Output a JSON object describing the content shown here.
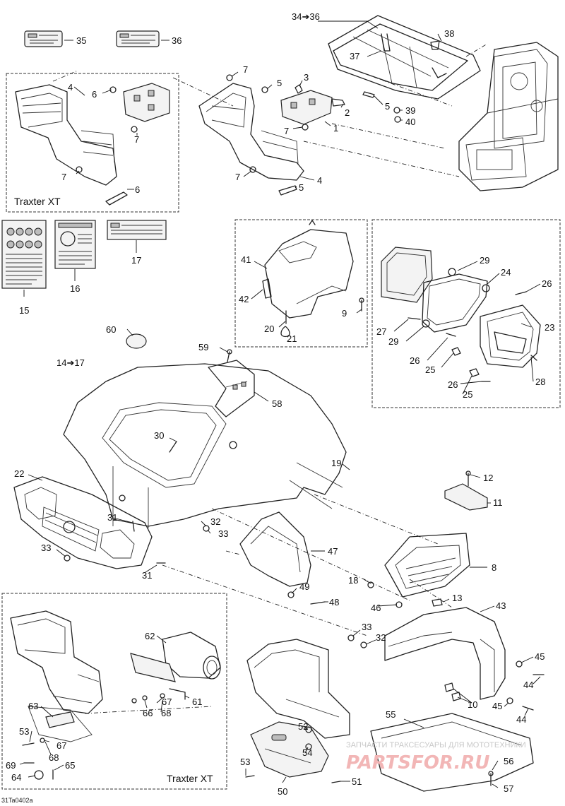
{
  "boxes": {
    "bumper_xt_top": "Traxter XT",
    "winch_xt_bottom": "Traxter XT"
  },
  "callouts": {
    "c1": "1",
    "c2": "2",
    "c3": "3",
    "c4a": "4",
    "c4b": "4",
    "c5a": "5",
    "c5b": "5",
    "c5c": "5",
    "c6a": "6",
    "c6b": "6",
    "c7a": "7",
    "c7b": "7",
    "c7c": "7",
    "c7d": "7",
    "c7e": "7",
    "c8": "8",
    "c9": "9",
    "c10": "10",
    "c11": "11",
    "c12": "12",
    "c13": "13",
    "c14_17": "14➔17",
    "c15": "15",
    "c16": "16",
    "c17": "17",
    "c18": "18",
    "c19": "19",
    "c20": "20",
    "c21": "21",
    "c22": "22",
    "c23": "23",
    "c24": "24",
    "c25a": "25",
    "c25b": "25",
    "c26a": "26",
    "c26b": "26",
    "c26c": "26",
    "c27": "27",
    "c28": "28",
    "c29a": "29",
    "c29b": "29",
    "c30": "30",
    "c31a": "31",
    "c31b": "31",
    "c32a": "32",
    "c32b": "32",
    "c33a": "33",
    "c33b": "33",
    "c33c": "33",
    "c34_36": "34➔36",
    "c35": "35",
    "c36": "36",
    "c37": "37",
    "c38": "38",
    "c39": "39",
    "c40": "40",
    "c41": "41",
    "c42": "42",
    "c43": "43",
    "c44a": "44",
    "c44b": "44",
    "c45a": "45",
    "c45b": "45",
    "c46": "46",
    "c47": "47",
    "c48": "48",
    "c49": "49",
    "c50": "50",
    "c51": "51",
    "c52": "52",
    "c53a": "53",
    "c53b": "53",
    "c54": "54",
    "c55": "55",
    "c56": "56",
    "c57": "57",
    "c58": "58",
    "c59": "59",
    "c60": "60",
    "c61": "61",
    "c62": "62",
    "c63": "63",
    "c64": "64",
    "c65": "65",
    "c66": "66",
    "c67a": "67",
    "c67b": "67",
    "c68a": "68",
    "c68b": "68",
    "c69": "69"
  },
  "reference_code": "31Ta0402a",
  "watermark": {
    "line1": "ЗАПЧАСТИ ТРАКСЕСУАРЫ ДЛЯ МОТОТЕХНИКИ",
    "line2": "PARTSFOR.RU"
  }
}
